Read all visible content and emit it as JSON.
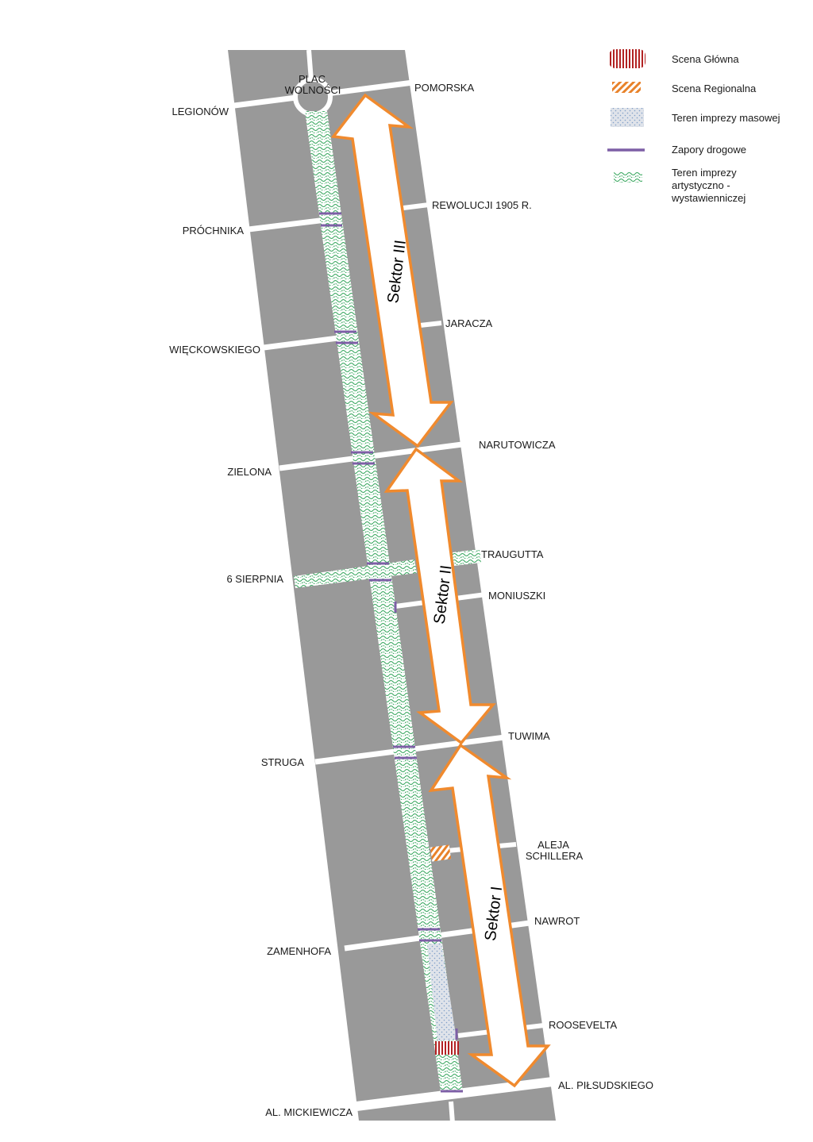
{
  "map": {
    "streets_left": [
      "LEGIONÓW",
      "PRÓCHNIKA",
      "WIĘCKOWSKIEGO",
      "ZIELONA",
      "6 SIERPNIA",
      "STRUGA",
      "ZAMENHOFA",
      "AL. MICKIEWICZA"
    ],
    "streets_right": [
      "POMORSKA",
      "REWOLUCJI 1905 R.",
      "JARACZA",
      "NARUTOWICZA",
      "TRAUGUTTA",
      "MONIUSZKI",
      "TUWIMA",
      "ALEJA SCHILLERA",
      "NAWROT",
      "ROOSEVELTA",
      "AL. PIŁSUDSKIEGO"
    ],
    "plac": [
      "PLAC",
      "WOLNOŚCI"
    ],
    "schillera": [
      "ALEJA",
      "SCHILLERA"
    ],
    "sectors": [
      "Sektor III",
      "Sektor II",
      "Sektor I"
    ]
  },
  "legend": [
    {
      "label": "Scena Główna",
      "icon": "main-stage-icon",
      "color": "#b22222"
    },
    {
      "label": "Scena Regionalna",
      "icon": "regional-stage-icon",
      "color": "#e8822a"
    },
    {
      "label": "Teren imprezy masowej",
      "icon": "mass-event-area-icon",
      "color": "#7f9fc8"
    },
    {
      "label": "Zapory drogowe",
      "icon": "roadblock-icon",
      "color": "#7d5fa6"
    },
    {
      "label": [
        "Teren imprezy",
        "artystyczno -",
        "wystawienniczej"
      ],
      "icon": "art-exhibition-area-icon",
      "color": "#3aa860"
    }
  ],
  "colors": {
    "block": "#999999",
    "street": "#ffffff",
    "arrow": "#f08a2e",
    "green": "#3aa860",
    "barrier": "#7d5fa6"
  }
}
